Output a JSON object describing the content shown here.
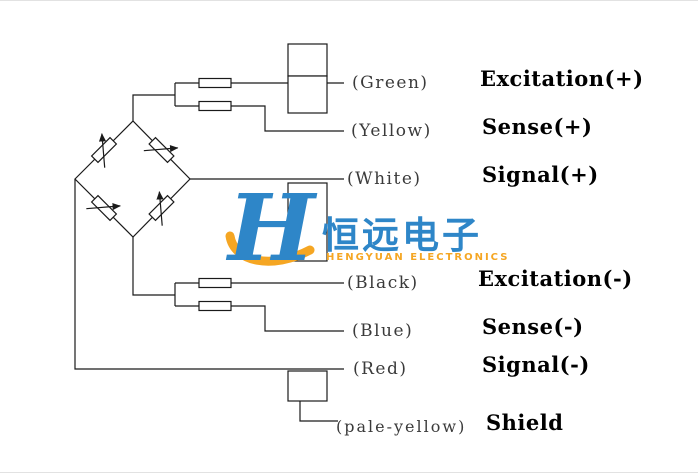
{
  "diagram": {
    "line_color": "#1a1a1a",
    "wires": [
      {
        "id": "green",
        "color_label": "(Green)",
        "function_label": "Excitation(+)"
      },
      {
        "id": "yellow",
        "color_label": "(Yellow)",
        "function_label": "Sense(+)"
      },
      {
        "id": "white",
        "color_label": "(White)",
        "function_label": "Signal(+)"
      },
      {
        "id": "black",
        "color_label": "(Black)",
        "function_label": "Excitation(-)"
      },
      {
        "id": "blue",
        "color_label": "(Blue)",
        "function_label": "Sense(-)"
      },
      {
        "id": "red",
        "color_label": "(Red)",
        "function_label": "Signal(-)"
      },
      {
        "id": "shield",
        "color_label": "(pale-yellow)",
        "function_label": "Shield"
      }
    ]
  },
  "watermark": {
    "logo_letter": "H",
    "cn_text": "恒远电子",
    "en_text": "HENGYUAN ELECTRONICS",
    "blue_color": "#2e86c8",
    "orange_color": "#f5a623"
  }
}
